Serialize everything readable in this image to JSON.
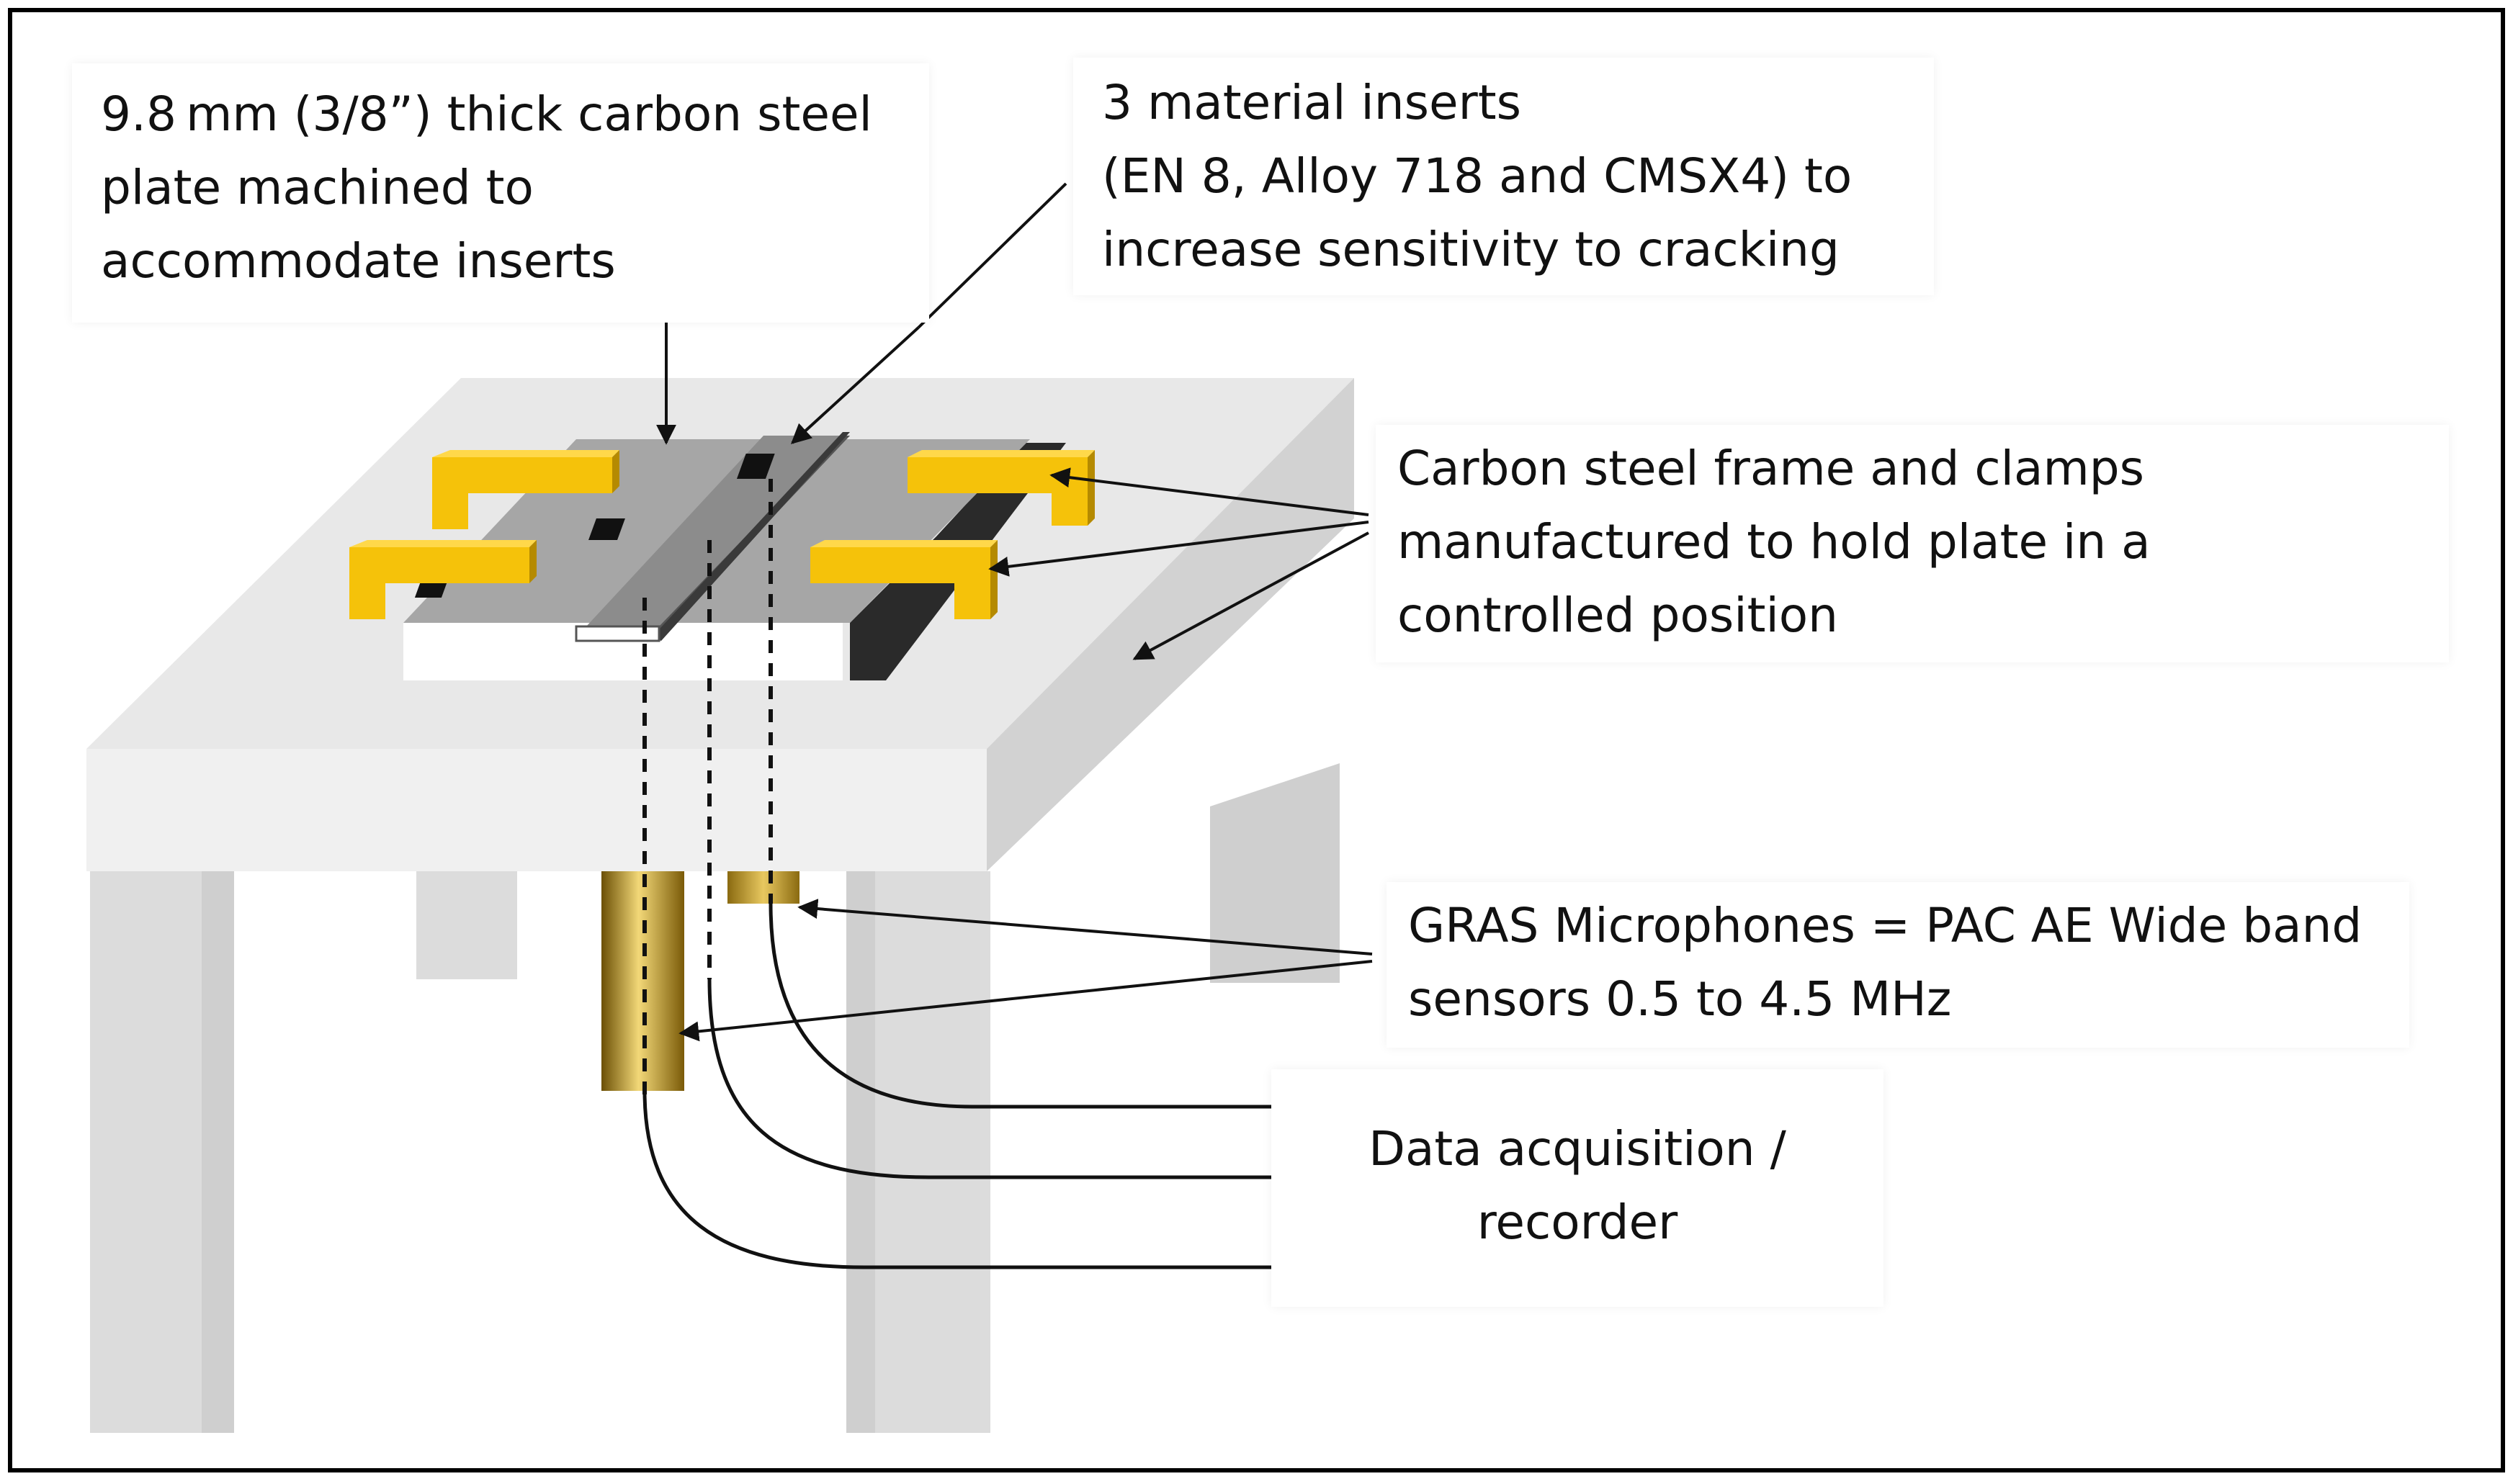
{
  "labels": {
    "plate": [
      "9.8 mm (3/8”) thick carbon steel",
      "plate machined to",
      "accommodate inserts"
    ],
    "inserts": [
      "3 material inserts",
      "(EN 8, Alloy 718 and CMSX4) to",
      "increase sensitivity to cracking"
    ],
    "frame": [
      "Carbon steel frame and clamps",
      "manufactured to hold plate in a",
      "controlled position"
    ],
    "microphones": [
      "GRAS Microphones = PAC AE Wide band",
      "sensors 0.5 to 4.5 MHz"
    ],
    "recorder": [
      "Data acquisition /",
      "recorder"
    ]
  },
  "colors": {
    "table_top": "#e6e6e6",
    "table_side": "#d2d2d2",
    "table_edge": "#f0f0f0",
    "table_leg": "#dcdcdc",
    "plate": "#8c8c8c",
    "insert_strip": "#4a4a4a",
    "insert": "#111111",
    "clamp": "#f5c20a",
    "clamp_shadow": "#b58a00",
    "sensor": "#c9a227",
    "border": "#000000"
  }
}
